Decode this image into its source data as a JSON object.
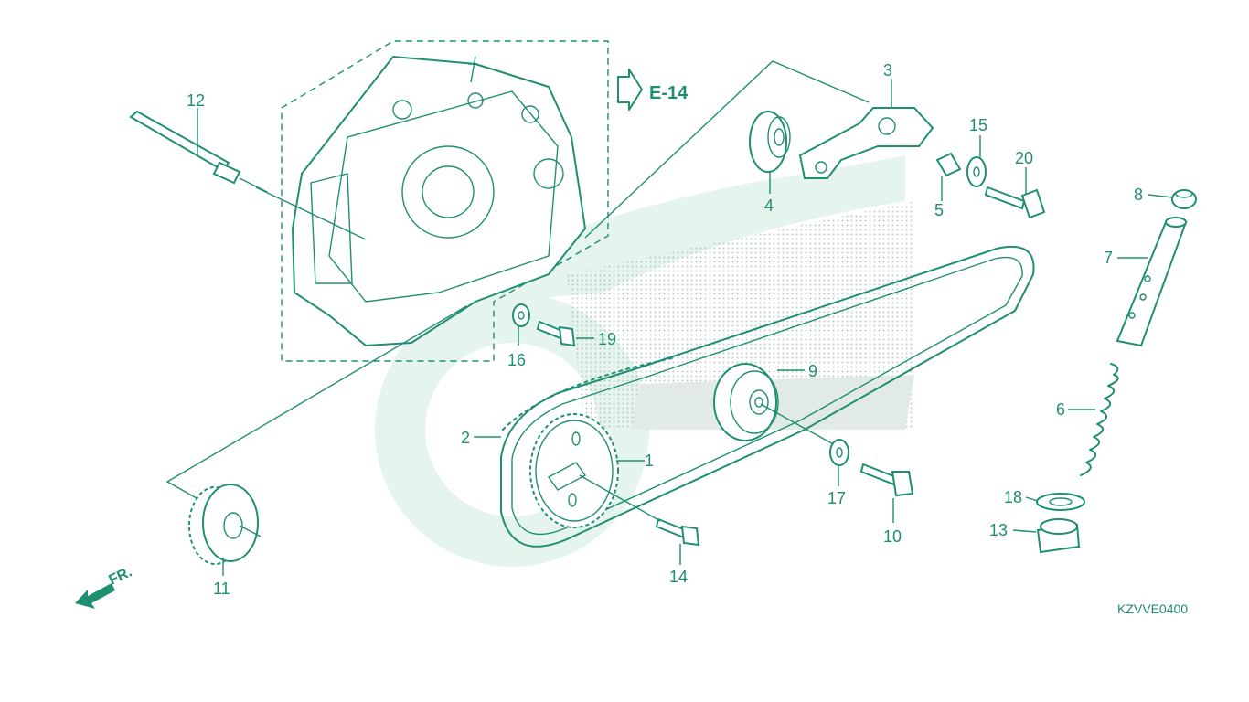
{
  "diagram": {
    "reference_label": "E-14",
    "diagram_code": "KZVVE0400",
    "front_marker": "FR.",
    "accent_color": "#1f8f72",
    "watermark_color": "#d9f0e8",
    "callouts": [
      "1",
      "2",
      "3",
      "4",
      "5",
      "6",
      "7",
      "8",
      "9",
      "10",
      "11",
      "12",
      "13",
      "14",
      "15",
      "16",
      "17",
      "18",
      "19",
      "20"
    ]
  }
}
